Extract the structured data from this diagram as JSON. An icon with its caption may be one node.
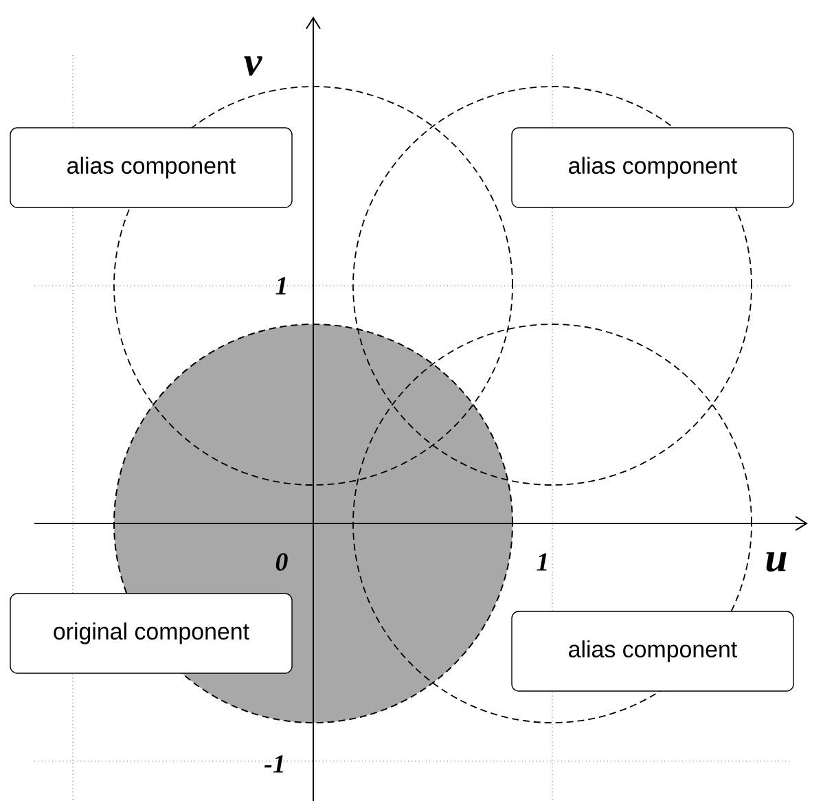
{
  "diagram": {
    "nodes": [
      {
        "text": [
          "alias component"
        ]
      },
      {
        "text": [
          "alias component"
        ]
      },
      {
        "text": [
          "original component"
        ]
      },
      {
        "text": [
          "alias component"
        ]
      }
    ],
    "labels": [
      "v",
      "1",
      "0",
      "1",
      "u",
      "-1"
    ]
  }
}
